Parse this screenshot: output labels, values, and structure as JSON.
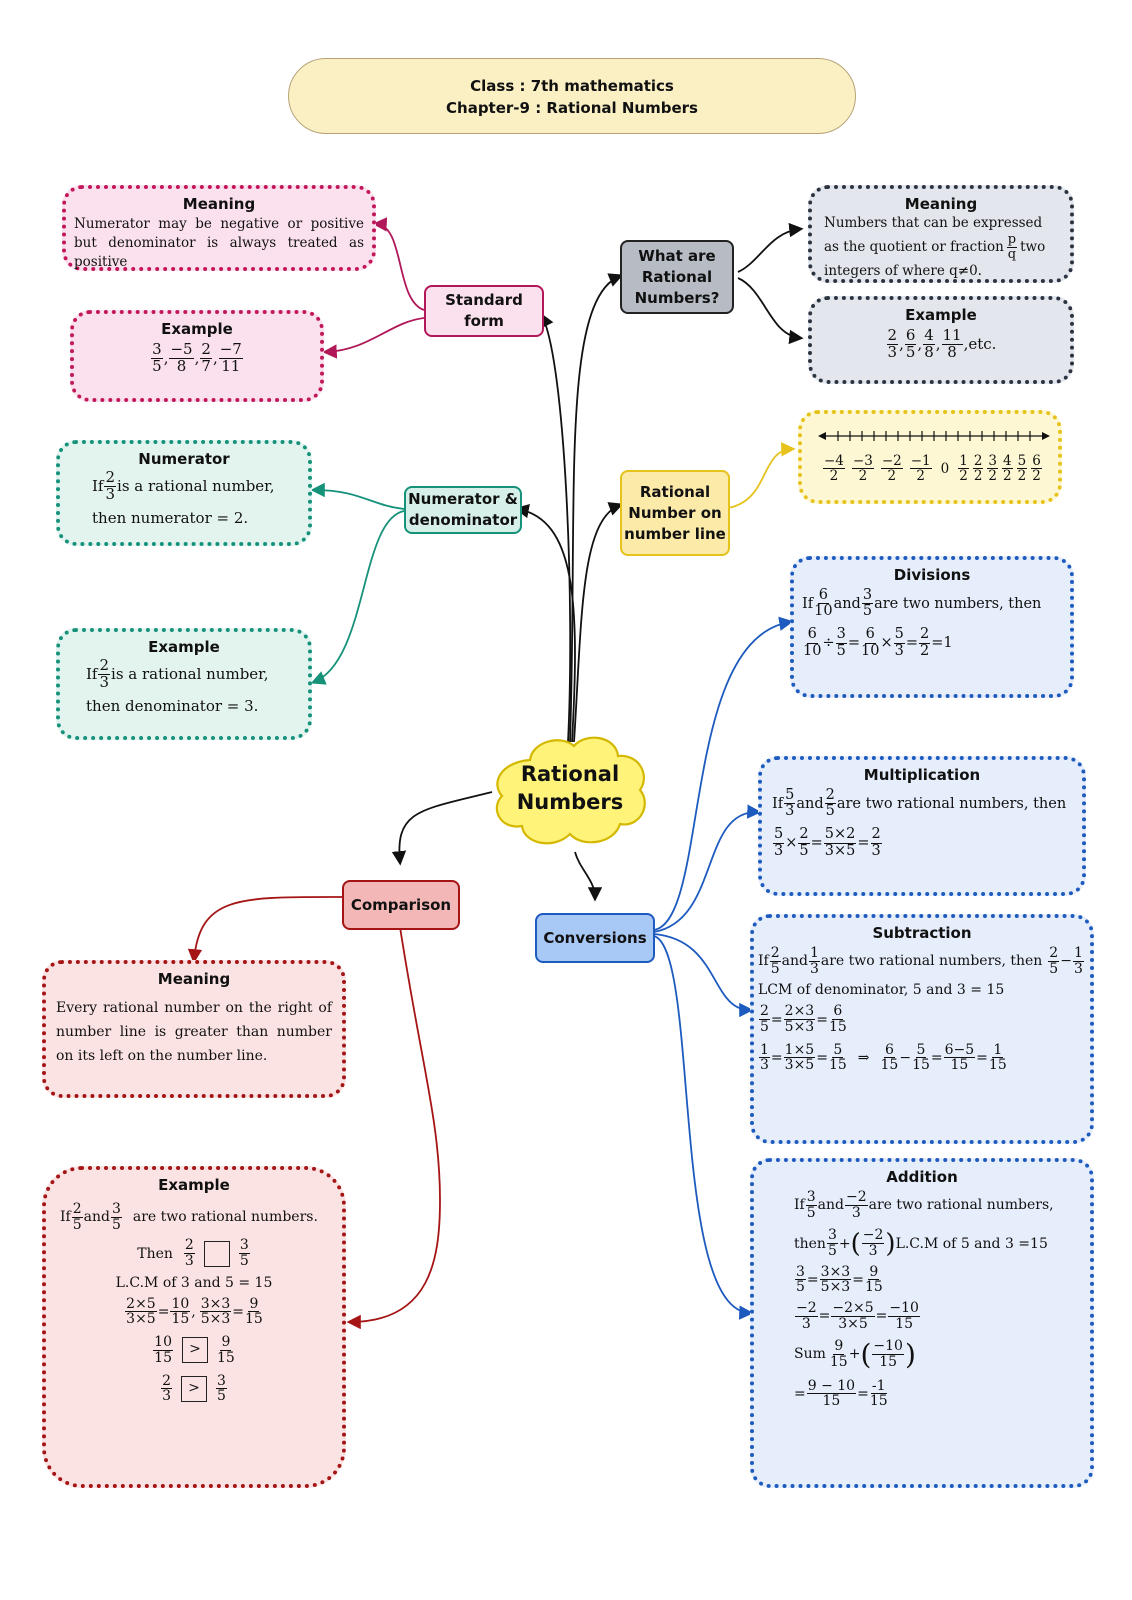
{
  "header": {
    "line1": "Class : 7th mathematics",
    "line2": "Chapter-9 : Rational Numbers"
  },
  "center": {
    "line1": "Rational",
    "line2": "Numbers"
  },
  "nodes": {
    "standard_form": "Standard form",
    "what_are": "What are Rational Numbers?",
    "num_den": "Numerator & denominator",
    "number_line": "Rational Number on number line",
    "comparison": "Comparison",
    "conversions": "Conversions"
  },
  "cards": {
    "sf_meaning": {
      "title": "Meaning",
      "text": "Numerator may be negative or positive but denominator is always treated as positive"
    },
    "sf_example": {
      "title": "Example"
    },
    "wa_meaning": {
      "title": "Meaning",
      "l1": "Numbers that can be expressed",
      "l2a": "as the quotient or fraction",
      "l2b": "two",
      "l3": "integers of where q≠0."
    },
    "wa_example": {
      "title": "Example",
      "etc": ",etc."
    },
    "numerator": {
      "title": "Numerator",
      "a": "If",
      "b": "is a rational number,",
      "c": "then numerator = 2."
    },
    "nd_example": {
      "title": "Example",
      "a": "If",
      "b": "is a rational number,",
      "c": "then denominator = 3."
    },
    "divisions": {
      "title": "Divisions",
      "a": "If",
      "and": "and",
      "b": "are  two numbers, then",
      "res": "=1"
    },
    "multiplication": {
      "title": "Multiplication",
      "a": "If",
      "and": "and",
      "b": "are two rational numbers, then"
    },
    "subtraction": {
      "title": "Subtraction",
      "a": "If",
      "and": "and",
      "b": "are two rational numbers, then",
      "lcm": "LCM of denominator, 5 and 3 = 15"
    },
    "addition": {
      "title": "Addition",
      "a": "If",
      "and": "and",
      "b": "are two rational numbers,",
      "then": "then",
      "lcm": "L.C.M of 5 and 3 =15",
      "sum": "Sum"
    },
    "cmp_meaning": {
      "title": "Meaning",
      "text": "Every rational number on the right of number line is greater than number on its left on the number line."
    },
    "cmp_example": {
      "title": "Example",
      "a": "If",
      "and": "and",
      "b": "are two rational numbers.",
      "then": "Then",
      "lcm": "L.C.M of 3 and 5 = 15",
      "gt": ">"
    }
  },
  "number_line": {
    "zero": "0"
  },
  "colors": {
    "pink": "#c2185b",
    "gray": "#2b3440",
    "teal": "#16927a",
    "yellow": "#e6c21a",
    "blue": "#1e5bbf",
    "red": "#a51515"
  }
}
